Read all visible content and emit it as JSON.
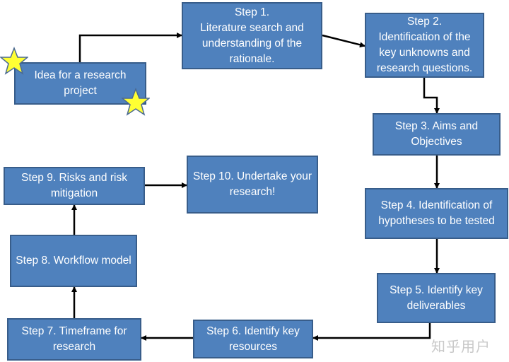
{
  "diagram": {
    "nodes": {
      "idea": "Idea for a research project",
      "step1": "Step 1.\nLiterature search and understanding of the rationale.",
      "step2": "Step 2.\nIdentification of the key unknowns and research questions.",
      "step3": "Step 3. Aims and Objectives",
      "step4": "Step 4. Identification of hypotheses to be tested",
      "step5": "Step 5. Identify key deliverables",
      "step6": "Step 6. Identify key resources",
      "step7": "Step 7. Timeframe for research",
      "step8": "Step 8. Workflow model",
      "step9": "Step 9.  Risks and risk mitigation",
      "step10": "Step 10. Undertake your research!"
    },
    "edges": [
      [
        "idea",
        "step1"
      ],
      [
        "step1",
        "step2"
      ],
      [
        "step2",
        "step3"
      ],
      [
        "step3",
        "step4"
      ],
      [
        "step4",
        "step5"
      ],
      [
        "step5",
        "step6"
      ],
      [
        "step6",
        "step7"
      ],
      [
        "step7",
        "step8"
      ],
      [
        "step8",
        "step9"
      ],
      [
        "step9",
        "step10"
      ]
    ]
  },
  "watermark": "知乎用户",
  "colors": {
    "box_fill": "#4f81bd",
    "box_border": "#385d8a",
    "star_fill": "#ffff33",
    "arrow": "#000000"
  }
}
